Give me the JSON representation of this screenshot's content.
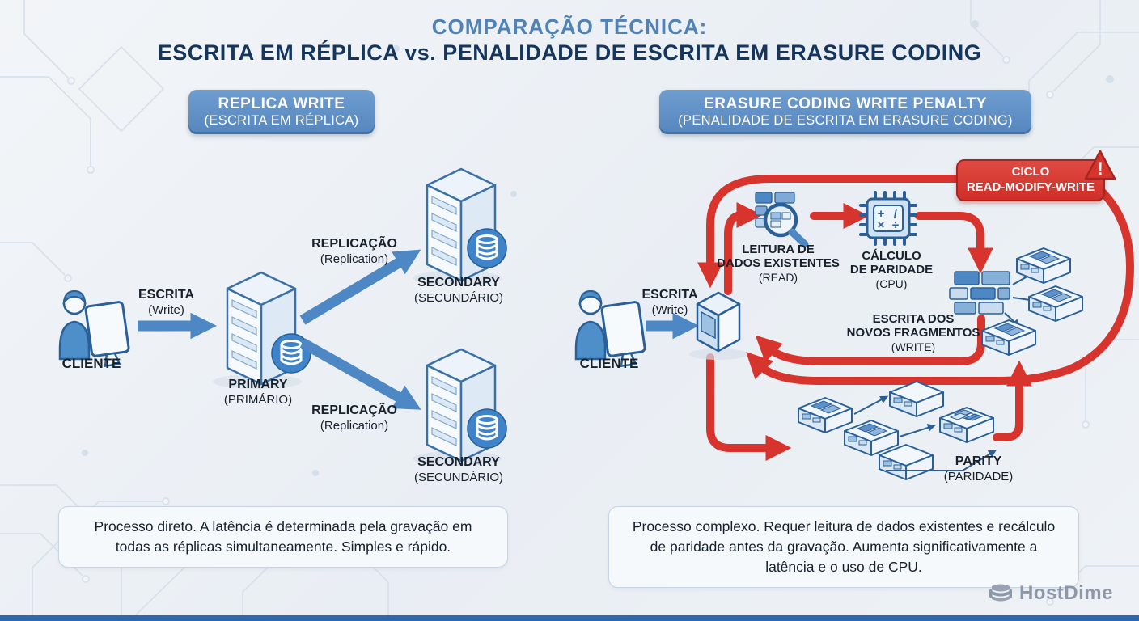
{
  "title": {
    "line1": "COMPARAÇÃO TÉCNICA:",
    "line2": "ESCRITA EM RÉPLICA vs. PENALIDADE DE ESCRITA EM ERASURE CODING"
  },
  "left_panel": {
    "badge": {
      "line1": "REPLICA WRITE",
      "line2": "(ESCRITA EM RÉPLICA)"
    },
    "client_label": "CLIENTE",
    "write_arrow": {
      "label": "ESCRITA",
      "sublabel": "(Write)"
    },
    "primary": {
      "label": "PRIMARY",
      "sublabel": "(PRIMÁRIO)"
    },
    "replication_top": {
      "label": "REPLICAÇÃO",
      "sublabel": "(Replication)"
    },
    "replication_bottom": {
      "label": "REPLICAÇÃO",
      "sublabel": "(Replication)"
    },
    "secondary_top": {
      "label": "SECONDARY",
      "sublabel": "(SECUNDÁRIO)"
    },
    "secondary_bottom": {
      "label": "SECONDARY",
      "sublabel": "(SECUNDÁRIO)"
    },
    "summary": "Processo direto. A latência é determinada pela gravação em todas as réplicas simultaneamente. Simples e rápido."
  },
  "right_panel": {
    "badge": {
      "line1": "ERASURE CODING WRITE PENALTY",
      "line2": "(PENALIDADE DE ESCRITA EM ERASURE CODING)"
    },
    "client_label": "CLIENTE",
    "write_arrow": {
      "label": "ESCRITA",
      "sublabel": "(Write)"
    },
    "cycle_badge": {
      "line1": "CICLO",
      "line2": "READ-MODIFY-WRITE"
    },
    "warning_mark": "!",
    "read_step": {
      "line1": "LEITURA DE",
      "line2": "DADOS EXISTENTES",
      "sublabel": "(READ)"
    },
    "cpu_step": {
      "line1": "CÁLCULO",
      "line2": "DE PARIDADE",
      "sublabel": "(CPU)"
    },
    "cpu_symbols": {
      "plus": "+",
      "slash": "/",
      "times": "×",
      "divide": "÷"
    },
    "write_step": {
      "line1": "ESCRITA DOS",
      "line2": "NOVOS FRAGMENTOS",
      "sublabel": "(WRITE)"
    },
    "parity": {
      "label": "PARITY",
      "sublabel": "(PARIDADE)"
    },
    "summary": "Processo complexo. Requer leitura de dados existentes e recálculo de paridade antes da gravação. Aumenta significativamente a latência e o uso de CPU."
  },
  "footer": {
    "brand": "HostDime"
  },
  "colors": {
    "accent_blue": "#4e88c4",
    "dark_blue": "#2a5e96",
    "navy": "#14355d",
    "red": "#d8342e",
    "badge_blue": "#5586be"
  }
}
